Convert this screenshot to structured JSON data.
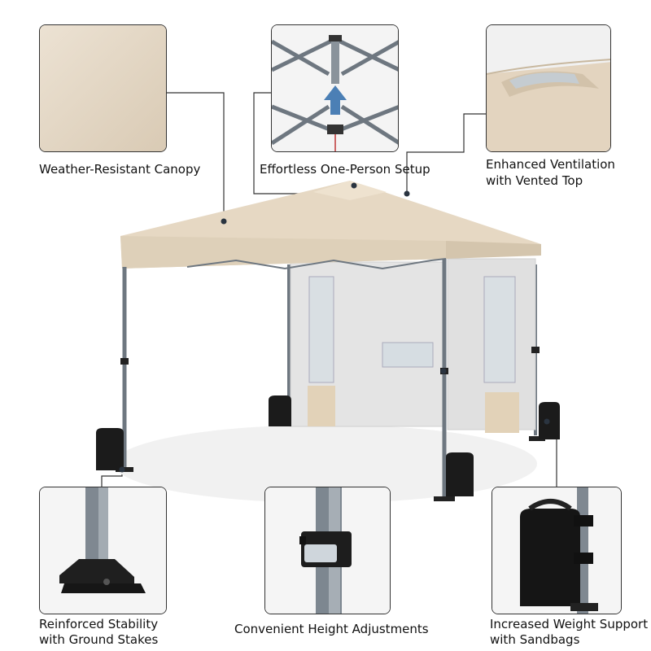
{
  "features": {
    "canopy": {
      "label": "Weather-Resistant Canopy"
    },
    "setup": {
      "label": "Effortless One-Person Setup"
    },
    "ventilation": {
      "line1": "Enhanced Ventilation",
      "line2": "with Vented Top"
    },
    "stability": {
      "line1": "Reinforced Stability",
      "line2": "with Ground Stakes"
    },
    "height": {
      "label": "Convenient Height Adjustments"
    },
    "weight": {
      "line1": "Increased Weight Support",
      "line2": "with Sandbags"
    }
  },
  "colors": {
    "canopy": "#e6d8c3",
    "frame": "#6e7780",
    "sidewall": "#e2e2e2",
    "sandbag": "#1b1b1b",
    "arrow": "#4b7fb5",
    "border": "#333333"
  }
}
